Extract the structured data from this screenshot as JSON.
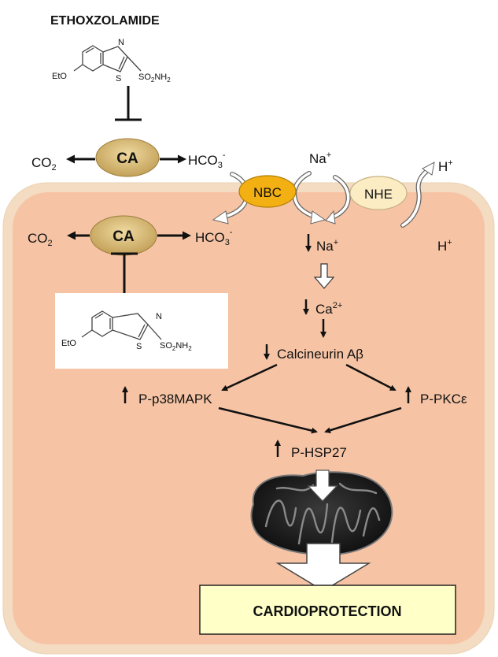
{
  "title": "ETHOXZOLAMIDE",
  "drug_structure": {
    "ethoxy": "EtO",
    "n_atom": "N",
    "s_atom": "S",
    "sulfonamide_main": "SO",
    "sulfonamide_sub1": "2",
    "sulfonamide_nh": "NH",
    "sulfonamide_sub2": "2"
  },
  "extracellular": {
    "enzyme": "CA",
    "co2_main": "CO",
    "co2_sub": "2",
    "hco3_main": "HCO",
    "hco3_sub": "3",
    "hco3_sup": "-",
    "na_main": "Na",
    "na_sup": "+",
    "h_main": "H",
    "h_sup": "+"
  },
  "membrane": {
    "nbc": "NBC",
    "nhe": "NHE"
  },
  "intracellular": {
    "enzyme": "CA",
    "co2_main": "CO",
    "co2_sub": "2",
    "hco3_main": "HCO",
    "hco3_sub": "3",
    "hco3_sup": "-",
    "na_main": "Na",
    "na_sup": "+",
    "h_main": "H",
    "h_sup": "+",
    "ca_main": "Ca",
    "ca_sup": "2+",
    "calcineurin": "Calcineurin Aβ",
    "p38": "P-p38MAPK",
    "pkc": "P-PKCε",
    "hsp27": "P-HSP27"
  },
  "outcome": "CARDIOPROTECTION",
  "colors": {
    "cell_fill": "#f6c4a5",
    "cell_border": "#f3dcc1",
    "ca_enzyme": "#cfb06a",
    "nbc": "#f3b012",
    "nhe": "#fbecc4",
    "outcome_box": "#ffffc8"
  }
}
